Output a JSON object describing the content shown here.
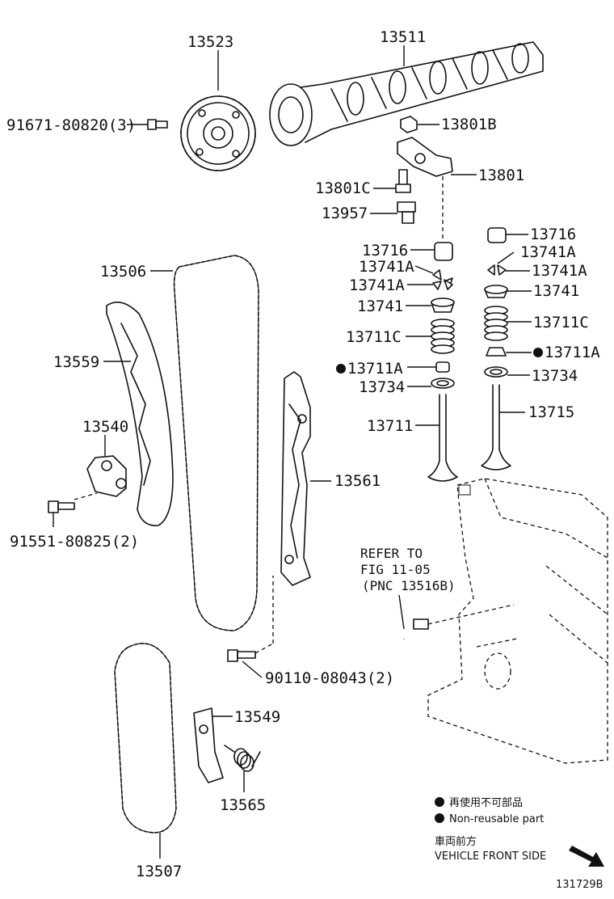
{
  "parts": {
    "p13523": "13523",
    "p13511": "13511",
    "p91671": "91671-80820(3)",
    "p13801B": "13801B",
    "p13801": "13801",
    "p13801C": "13801C",
    "p13957": "13957",
    "p13716_left": "13716",
    "p13716_right": "13716",
    "p13741A_1": "13741A",
    "p13741A_2": "13741A",
    "p13741A_3": "13741A",
    "p13741A_4": "13741A",
    "p13741_left": "13741",
    "p13741_right": "13741",
    "p13711C_left": "13711C",
    "p13711C_right": "13711C",
    "p13711A_left": "13711A",
    "p13711A_right": "13711A",
    "p13734_left": "13734",
    "p13734_right": "13734",
    "p13711": "13711",
    "p13715": "13715",
    "p13506": "13506",
    "p13559": "13559",
    "p13540": "13540",
    "p91551": "91551-80825(2)",
    "p13561": "13561",
    "p90110": "90110-08043(2)",
    "p13549": "13549",
    "p13565": "13565",
    "p13507": "13507"
  },
  "reference": {
    "line1": "REFER TO",
    "line2": "FIG 11-05",
    "line3": "(PNC 13516B)"
  },
  "legend": {
    "jp_reuse": "再使用不可部品",
    "en_reuse": "Non-reusable part",
    "jp_front": "車両前方",
    "en_front": "VEHICLE FRONT SIDE"
  },
  "figure_id": "131729B",
  "icons": [
    "sprocket-icon",
    "camshaft-icon",
    "chain-icon",
    "valve-icon",
    "spring-icon",
    "bolt-icon",
    "arrow-icon"
  ]
}
